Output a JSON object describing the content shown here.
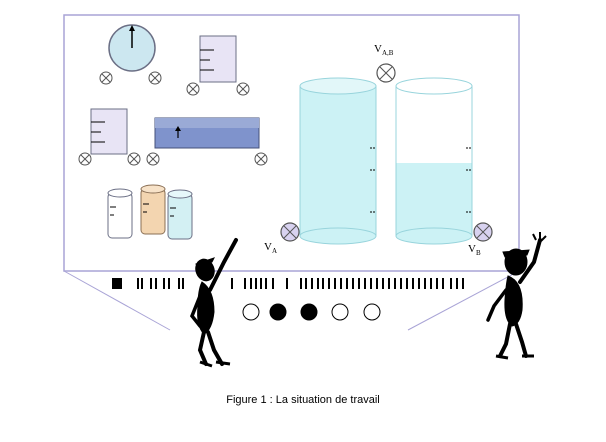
{
  "caption": "Figure 1 : La situation de travail",
  "valves": {
    "va_main": "V",
    "va_sub": "A",
    "vb_main": "V",
    "vb_sub": "B",
    "vab_main": "V",
    "vab_sub": "A,B"
  },
  "indicator_lights": [
    "off",
    "on",
    "on",
    "off",
    "off"
  ],
  "colors": {
    "screen_border": "#a9a4d6",
    "water": "#ccf2f5",
    "tank_outline": "#98d4dc",
    "pipe_blue": "#7f93cc",
    "valve_cross": "#555555",
    "figure": "#000000",
    "orange_cup": "#f3d5b0"
  },
  "icons": [
    "clock-icon",
    "thermometer-icon",
    "cross-valve-icon",
    "stick-figure-icon",
    "barcode-icon"
  ]
}
